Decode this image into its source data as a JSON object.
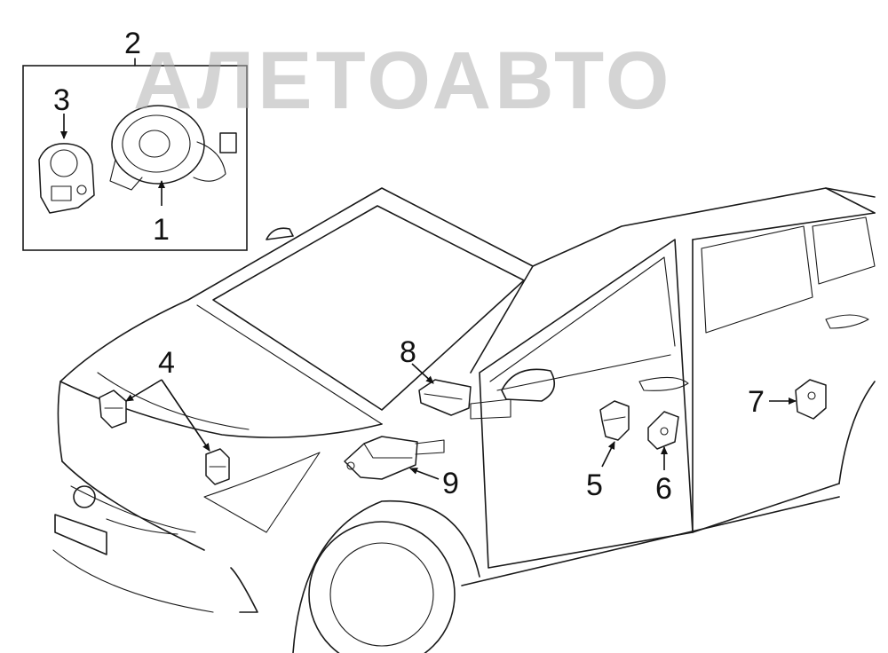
{
  "watermark": {
    "text": "АЛЕТОАВТО"
  },
  "callouts": {
    "c1": "1",
    "c2": "2",
    "c3": "3",
    "c4": "4",
    "c5": "5",
    "c6": "6",
    "c7": "7",
    "c8": "8",
    "c9": "9"
  },
  "colors": {
    "line": "#1a1a1a",
    "watermark": "#b0b0b0",
    "background": "#ffffff"
  }
}
